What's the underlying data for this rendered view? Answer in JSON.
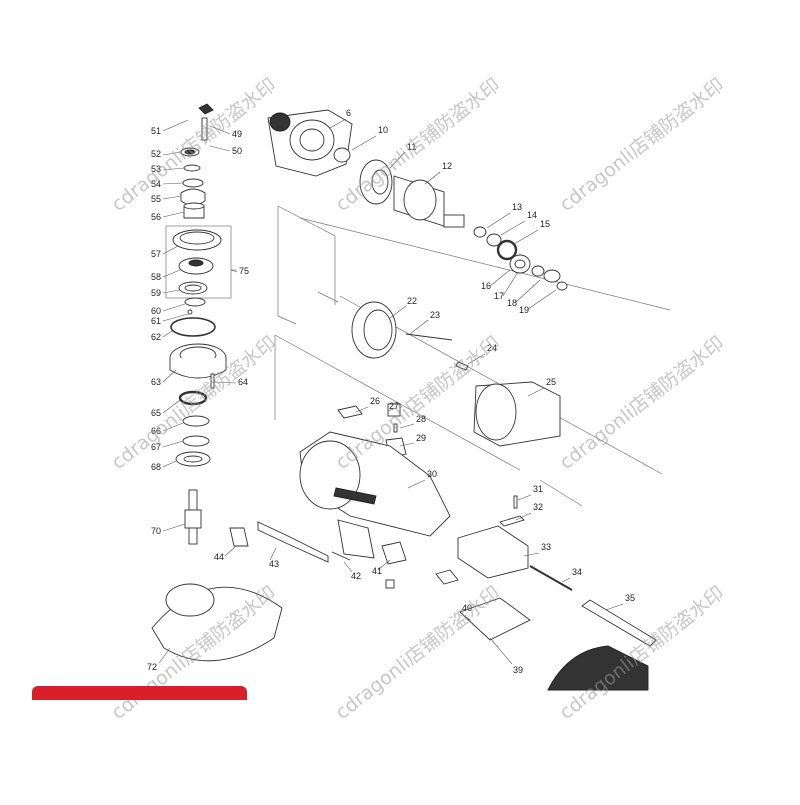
{
  "watermark": {
    "text": "cdragonli店铺防盗水印",
    "color": "#9a9a9a"
  },
  "diagram": {
    "callouts": [
      "6",
      "10",
      "11",
      "12",
      "13",
      "14",
      "15",
      "16",
      "17",
      "18",
      "19",
      "22",
      "23",
      "24",
      "25",
      "26",
      "27",
      "28",
      "29",
      "30",
      "31",
      "32",
      "33",
      "34",
      "35",
      "39",
      "40",
      "41",
      "42",
      "43",
      "44",
      "49",
      "50",
      "51",
      "52",
      "53",
      "54",
      "55",
      "56",
      "57",
      "58",
      "59",
      "60",
      "61",
      "62",
      "63",
      "64",
      "65",
      "66",
      "67",
      "68",
      "70",
      "72",
      "75"
    ]
  },
  "banner": {
    "color": "#d9202a"
  }
}
